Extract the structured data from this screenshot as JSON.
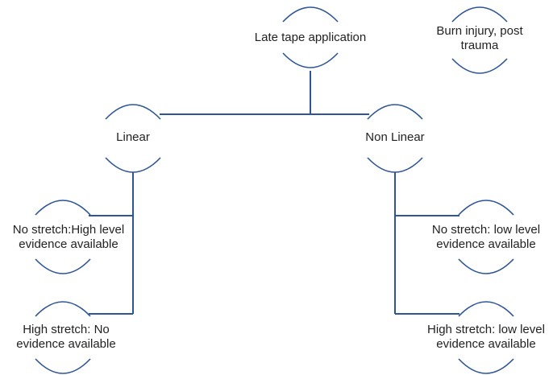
{
  "colors": {
    "stroke": "#2e5597",
    "text": "#222222",
    "background": "#ffffff"
  },
  "nodes": {
    "root": {
      "lines": [
        "Late tape application"
      ]
    },
    "note": {
      "lines": [
        "Burn injury, post",
        "trauma"
      ]
    },
    "linear": {
      "lines": [
        "Linear"
      ]
    },
    "nonlinear": {
      "lines": [
        "Non Linear"
      ]
    },
    "linear_no_stretch": {
      "lines": [
        "No stretch:High level",
        "evidence available"
      ]
    },
    "linear_high_stretch": {
      "lines": [
        "High stretch: No",
        "evidence available"
      ]
    },
    "nonlinear_no_stretch": {
      "lines": [
        "No stretch: low level",
        "evidence available"
      ]
    },
    "nonlinear_high_stretch": {
      "lines": [
        "High stretch: low level",
        "evidence available"
      ]
    }
  }
}
